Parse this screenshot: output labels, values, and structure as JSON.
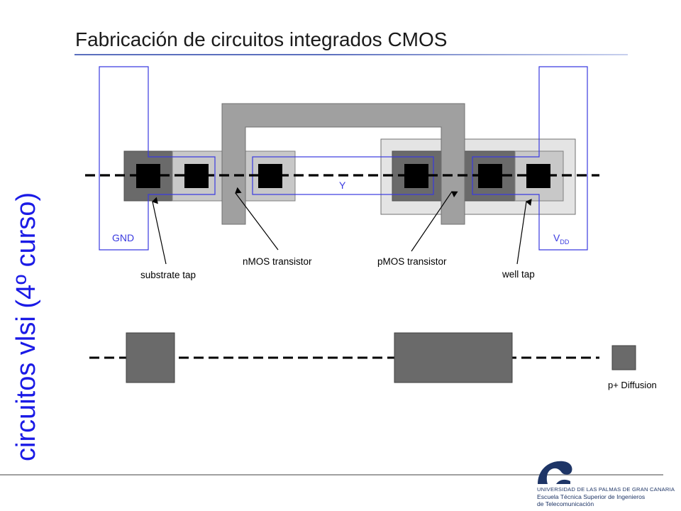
{
  "title": "Fabricación de circuitos integrados CMOS",
  "side_label": "circuitos vlsi (4º curso)",
  "layout_labels": {
    "gnd": "GND",
    "vdd_main": "V",
    "vdd_sub": "DD",
    "y": "Y",
    "substrate_tap": "substrate tap",
    "nmos": "nMOS transistor",
    "pmos": "pMOS transistor",
    "well_tap": "well tap"
  },
  "legend": {
    "label": "p+ Diffusion"
  },
  "colors": {
    "metal": "#3a3ae0",
    "poly": "#a0a0a0",
    "ndiff_light": "#c8c8c8",
    "pdiff_dark": "#6a6a6a",
    "nwell": "#e4e4e4",
    "contact": "#000000",
    "side_label": "#1a1ae6"
  },
  "logo": {
    "line1": "UNIVERSIDAD DE LAS PALMAS DE GRAN CANARIA",
    "line2": "Escuela Técnica Superior de Ingenieros",
    "line3": "de Telecomunicación"
  }
}
